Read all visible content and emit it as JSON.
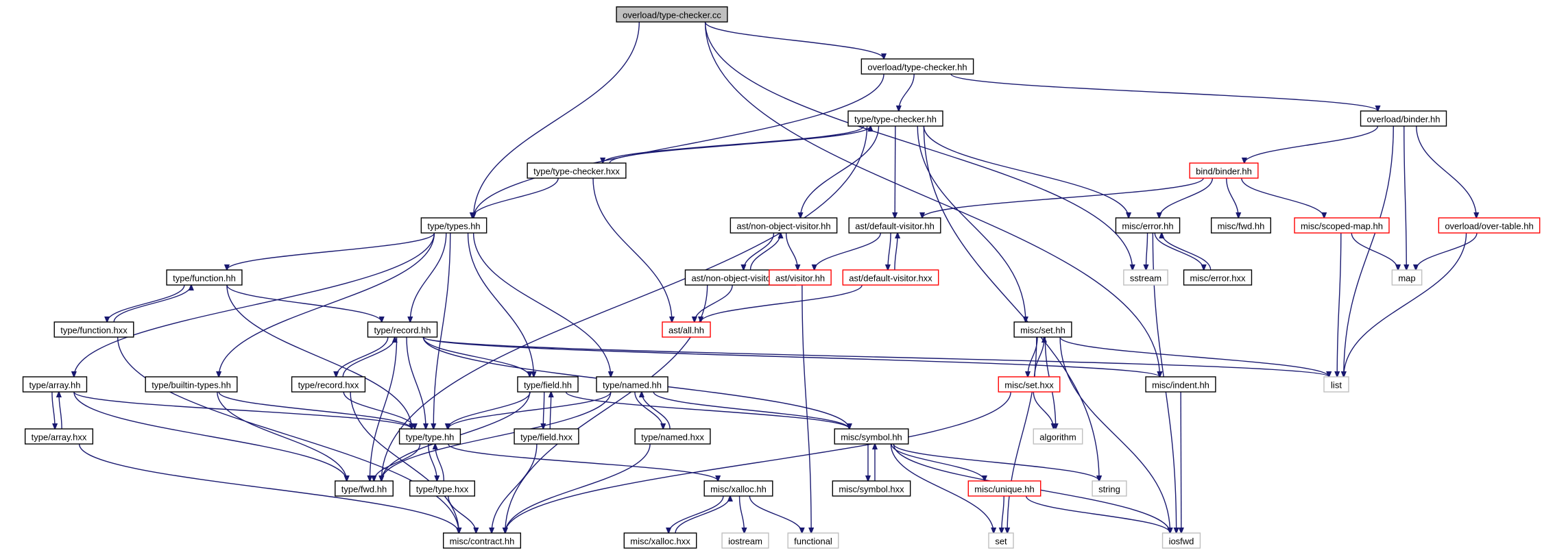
{
  "colors": {
    "edge": "#191970",
    "root_fill": "#bfbfbf",
    "normal_border": "#000000",
    "truncated_border": "#ff0000",
    "external_border": "#bfbfbf",
    "external_text": "#000000"
  },
  "graph": {
    "nodes": [
      {
        "id": "overload_tc_cc",
        "label": "overload/type-checker.cc",
        "style": "root"
      },
      {
        "id": "overload_tc_hh",
        "label": "overload/type-checker.hh",
        "style": "normal"
      },
      {
        "id": "type_tc_hh",
        "label": "type/type-checker.hh",
        "style": "normal"
      },
      {
        "id": "overload_binder_hh",
        "label": "overload/binder.hh",
        "style": "normal"
      },
      {
        "id": "type_tc_hxx",
        "label": "type/type-checker.hxx",
        "style": "normal"
      },
      {
        "id": "bind_binder_hh",
        "label": "bind/binder.hh",
        "style": "truncated"
      },
      {
        "id": "type_types_hh",
        "label": "type/types.hh",
        "style": "normal"
      },
      {
        "id": "ast_nov_hh",
        "label": "ast/non-object-visitor.hh",
        "style": "normal"
      },
      {
        "id": "ast_dv_hh",
        "label": "ast/default-visitor.hh",
        "style": "normal"
      },
      {
        "id": "misc_error_hh",
        "label": "misc/error.hh",
        "style": "normal"
      },
      {
        "id": "misc_fwd_hh",
        "label": "misc/fwd.hh",
        "style": "normal"
      },
      {
        "id": "misc_scoped_map_hh",
        "label": "misc/scoped-map.hh",
        "style": "truncated"
      },
      {
        "id": "overload_over_table_hh",
        "label": "overload/over-table.hh",
        "style": "truncated"
      },
      {
        "id": "type_function_hh",
        "label": "type/function.hh",
        "style": "normal"
      },
      {
        "id": "ast_nov_hxx",
        "label": "ast/non-object-visitor.hxx",
        "style": "normal"
      },
      {
        "id": "ast_visitor_hh",
        "label": "ast/visitor.hh",
        "style": "truncated"
      },
      {
        "id": "ast_dv_hxx",
        "label": "ast/default-visitor.hxx",
        "style": "truncated"
      },
      {
        "id": "sstream",
        "label": "sstream",
        "style": "external"
      },
      {
        "id": "misc_error_hxx",
        "label": "misc/error.hxx",
        "style": "normal"
      },
      {
        "id": "map",
        "label": "map",
        "style": "external"
      },
      {
        "id": "type_function_hxx",
        "label": "type/function.hxx",
        "style": "normal"
      },
      {
        "id": "type_record_hh",
        "label": "type/record.hh",
        "style": "normal"
      },
      {
        "id": "ast_all_hh",
        "label": "ast/all.hh",
        "style": "truncated"
      },
      {
        "id": "misc_set_hh",
        "label": "misc/set.hh",
        "style": "normal"
      },
      {
        "id": "type_array_hh",
        "label": "type/array.hh",
        "style": "normal"
      },
      {
        "id": "type_builtin_types_hh",
        "label": "type/builtin-types.hh",
        "style": "normal"
      },
      {
        "id": "type_record_hxx",
        "label": "type/record.hxx",
        "style": "normal"
      },
      {
        "id": "type_field_hh",
        "label": "type/field.hh",
        "style": "normal"
      },
      {
        "id": "type_named_hh",
        "label": "type/named.hh",
        "style": "normal"
      },
      {
        "id": "misc_set_hxx",
        "label": "misc/set.hxx",
        "style": "truncated"
      },
      {
        "id": "misc_indent_hh",
        "label": "misc/indent.hh",
        "style": "normal"
      },
      {
        "id": "list",
        "label": "list",
        "style": "external"
      },
      {
        "id": "type_type_hh",
        "label": "type/type.hh",
        "style": "normal"
      },
      {
        "id": "type_array_hxx",
        "label": "type/array.hxx",
        "style": "normal"
      },
      {
        "id": "type_field_hxx",
        "label": "type/field.hxx",
        "style": "normal"
      },
      {
        "id": "type_named_hxx",
        "label": "type/named.hxx",
        "style": "normal"
      },
      {
        "id": "misc_symbol_hh",
        "label": "misc/symbol.hh",
        "style": "normal"
      },
      {
        "id": "algorithm",
        "label": "algorithm",
        "style": "external"
      },
      {
        "id": "type_fwd_hh",
        "label": "type/fwd.hh",
        "style": "normal"
      },
      {
        "id": "type_type_hxx",
        "label": "type/type.hxx",
        "style": "normal"
      },
      {
        "id": "misc_xalloc_hh",
        "label": "misc/xalloc.hh",
        "style": "normal"
      },
      {
        "id": "misc_symbol_hxx",
        "label": "misc/symbol.hxx",
        "style": "normal"
      },
      {
        "id": "misc_unique_hh",
        "label": "misc/unique.hh",
        "style": "truncated"
      },
      {
        "id": "string",
        "label": "string",
        "style": "external"
      },
      {
        "id": "misc_contract_hh",
        "label": "misc/contract.hh",
        "style": "normal"
      },
      {
        "id": "misc_xalloc_hxx",
        "label": "misc/xalloc.hxx",
        "style": "normal"
      },
      {
        "id": "iostream",
        "label": "iostream",
        "style": "external"
      },
      {
        "id": "functional",
        "label": "functional",
        "style": "external"
      },
      {
        "id": "set",
        "label": "set",
        "style": "external"
      },
      {
        "id": "iosfwd",
        "label": "iosfwd",
        "style": "external"
      }
    ],
    "edges": [
      [
        "overload_tc_cc",
        "overload_tc_hh"
      ],
      [
        "overload_tc_cc",
        "type_types_hh"
      ],
      [
        "overload_tc_cc",
        "sstream"
      ],
      [
        "overload_tc_cc",
        "misc_indent_hh"
      ],
      [
        "overload_tc_hh",
        "type_tc_hh"
      ],
      [
        "overload_tc_hh",
        "overload_binder_hh"
      ],
      [
        "overload_tc_hh",
        "type_types_hh"
      ],
      [
        "overload_binder_hh",
        "bind_binder_hh"
      ],
      [
        "overload_binder_hh",
        "map"
      ],
      [
        "overload_binder_hh",
        "overload_over_table_hh"
      ],
      [
        "overload_binder_hh",
        "list"
      ],
      [
        "type_tc_hh",
        "type_tc_hxx"
      ],
      [
        "type_tc_hxx",
        "type_tc_hh"
      ],
      [
        "type_tc_hh",
        "ast_nov_hh"
      ],
      [
        "type_tc_hh",
        "ast_dv_hh"
      ],
      [
        "type_tc_hh",
        "misc_error_hh"
      ],
      [
        "type_tc_hh",
        "misc_set_hh"
      ],
      [
        "type_tc_hh",
        "type_fwd_hh"
      ],
      [
        "type_tc_hh",
        "string"
      ],
      [
        "type_tc_hxx",
        "type_types_hh"
      ],
      [
        "type_tc_hxx",
        "ast_all_hh"
      ],
      [
        "bind_binder_hh",
        "ast_dv_hh"
      ],
      [
        "bind_binder_hh",
        "misc_error_hh"
      ],
      [
        "bind_binder_hh",
        "misc_fwd_hh"
      ],
      [
        "bind_binder_hh",
        "misc_scoped_map_hh"
      ],
      [
        "misc_scoped_map_hh",
        "map"
      ],
      [
        "misc_scoped_map_hh",
        "list"
      ],
      [
        "overload_over_table_hh",
        "map"
      ],
      [
        "overload_over_table_hh",
        "list"
      ],
      [
        "ast_nov_hh",
        "ast_nov_hxx"
      ],
      [
        "ast_nov_hxx",
        "ast_nov_hh"
      ],
      [
        "ast_nov_hh",
        "ast_visitor_hh"
      ],
      [
        "ast_nov_hxx",
        "ast_all_hh"
      ],
      [
        "ast_nov_hxx",
        "misc_contract_hh"
      ],
      [
        "ast_dv_hh",
        "ast_dv_hxx"
      ],
      [
        "ast_dv_hxx",
        "ast_dv_hh"
      ],
      [
        "ast_dv_hh",
        "ast_visitor_hh"
      ],
      [
        "ast_dv_hxx",
        "ast_all_hh"
      ],
      [
        "ast_visitor_hh",
        "functional"
      ],
      [
        "misc_error_hh",
        "misc_error_hxx"
      ],
      [
        "misc_error_hxx",
        "misc_error_hh"
      ],
      [
        "misc_error_hh",
        "sstream"
      ],
      [
        "misc_error_hh",
        "iosfwd"
      ],
      [
        "type_types_hh",
        "type_function_hh"
      ],
      [
        "type_types_hh",
        "type_record_hh"
      ],
      [
        "type_types_hh",
        "type_array_hh"
      ],
      [
        "type_types_hh",
        "type_builtin_types_hh"
      ],
      [
        "type_types_hh",
        "type_field_hh"
      ],
      [
        "type_types_hh",
        "type_named_hh"
      ],
      [
        "type_types_hh",
        "type_type_hh"
      ],
      [
        "type_function_hh",
        "type_function_hxx"
      ],
      [
        "type_function_hxx",
        "type_function_hh"
      ],
      [
        "type_function_hh",
        "type_record_hh"
      ],
      [
        "type_function_hh",
        "type_type_hh"
      ],
      [
        "type_function_hxx",
        "misc_contract_hh"
      ],
      [
        "type_record_hh",
        "type_record_hxx"
      ],
      [
        "type_record_hxx",
        "type_record_hh"
      ],
      [
        "type_record_hh",
        "type_field_hh"
      ],
      [
        "type_record_hh",
        "type_type_hh"
      ],
      [
        "type_record_hh",
        "type_fwd_hh"
      ],
      [
        "type_record_hh",
        "misc_indent_hh"
      ],
      [
        "type_record_hh",
        "list"
      ],
      [
        "type_record_hh",
        "misc_symbol_hh"
      ],
      [
        "type_record_hxx",
        "type_type_hh"
      ],
      [
        "type_record_hxx",
        "misc_contract_hh"
      ],
      [
        "type_array_hh",
        "type_array_hxx"
      ],
      [
        "type_array_hxx",
        "type_array_hh"
      ],
      [
        "type_array_hh",
        "type_type_hh"
      ],
      [
        "type_array_hh",
        "type_fwd_hh"
      ],
      [
        "type_array_hxx",
        "misc_contract_hh"
      ],
      [
        "type_builtin_types_hh",
        "type_type_hh"
      ],
      [
        "type_builtin_types_hh",
        "type_fwd_hh"
      ],
      [
        "type_field_hh",
        "type_field_hxx"
      ],
      [
        "type_field_hxx",
        "type_field_hh"
      ],
      [
        "type_field_hh",
        "type_type_hh"
      ],
      [
        "type_field_hh",
        "misc_symbol_hh"
      ],
      [
        "type_field_hh",
        "type_fwd_hh"
      ],
      [
        "type_field_hxx",
        "misc_contract_hh"
      ],
      [
        "type_named_hh",
        "type_named_hxx"
      ],
      [
        "type_named_hxx",
        "type_named_hh"
      ],
      [
        "type_named_hh",
        "type_type_hh"
      ],
      [
        "type_named_hh",
        "misc_symbol_hh"
      ],
      [
        "type_named_hh",
        "type_fwd_hh"
      ],
      [
        "type_named_hxx",
        "misc_contract_hh"
      ],
      [
        "type_type_hh",
        "type_type_hxx"
      ],
      [
        "type_type_hxx",
        "type_type_hh"
      ],
      [
        "type_type_hh",
        "type_fwd_hh"
      ],
      [
        "type_type_hh",
        "misc_xalloc_hh"
      ],
      [
        "type_type_hxx",
        "misc_contract_hh"
      ],
      [
        "misc_set_hh",
        "misc_set_hxx"
      ],
      [
        "misc_set_hxx",
        "misc_set_hh"
      ],
      [
        "misc_set_hh",
        "algorithm"
      ],
      [
        "misc_set_hh",
        "list"
      ],
      [
        "misc_set_hh",
        "set"
      ],
      [
        "misc_set_hh",
        "iosfwd"
      ],
      [
        "misc_set_hxx",
        "algorithm"
      ],
      [
        "misc_set_hxx",
        "misc_contract_hh"
      ],
      [
        "misc_indent_hh",
        "iosfwd"
      ],
      [
        "misc_symbol_hh",
        "misc_symbol_hxx"
      ],
      [
        "misc_symbol_hxx",
        "misc_symbol_hh"
      ],
      [
        "misc_symbol_hh",
        "misc_unique_hh"
      ],
      [
        "misc_symbol_hh",
        "string"
      ],
      [
        "misc_symbol_hh",
        "set"
      ],
      [
        "misc_symbol_hh",
        "iosfwd"
      ],
      [
        "misc_unique_hh",
        "set"
      ],
      [
        "misc_unique_hh",
        "iosfwd"
      ],
      [
        "misc_xalloc_hh",
        "misc_xalloc_hxx"
      ],
      [
        "misc_xalloc_hxx",
        "misc_xalloc_hh"
      ],
      [
        "misc_xalloc_hh",
        "iostream"
      ],
      [
        "misc_xalloc_hh",
        "functional"
      ]
    ]
  }
}
